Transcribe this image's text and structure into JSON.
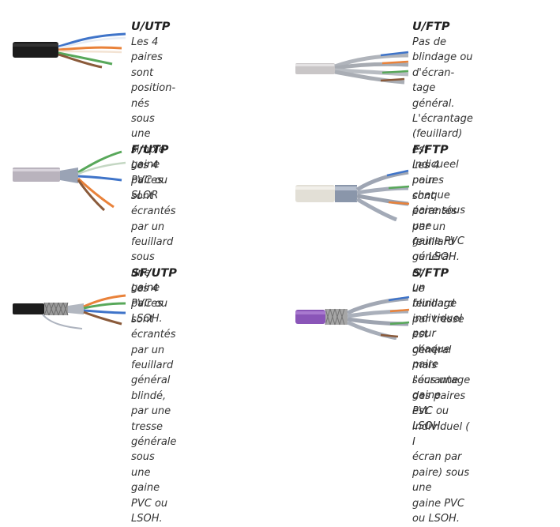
{
  "cables": [
    {
      "id": "uutp",
      "title": "U/UTP",
      "desc": "Les 4 paires sont position-\nnés sous une simple gaine\nPVC ou SLOR",
      "jacket_color": "#1c1c1c",
      "shield": "none",
      "pair_colors": [
        "#3f74c9",
        "#e9823a",
        "#58a85a",
        "#8a5a3a"
      ]
    },
    {
      "id": "uftp",
      "title": "U/FTP",
      "desc": "Pas de blindage ou d'écran-\ntage général. L'écrantage\n(feuillard) est indicueel\npour chaque paire sous une\ngaine PVC ou LSOH.",
      "jacket_color": "#c9c6c7",
      "shield": "pair-foil",
      "pair_colors": [
        "#3f74c9",
        "#e9823a",
        "#58a85a",
        "#8a5a3a"
      ]
    },
    {
      "id": "futp",
      "title": "F/UTP",
      "desc": "Les 4 paires sont écrantés\npar un feuillard sous une\ngaine PVC ou LSOH.",
      "jacket_color": "#b9b3bd",
      "shield": "foil",
      "pair_colors": [
        "#3f74c9",
        "#e9823a",
        "#58a85a",
        "#8a5a3a"
      ]
    },
    {
      "id": "fftp",
      "title": "F/FTP",
      "desc": "Les 4 paires sont écrantés\npar un feuillard général et\nun feuillard individuel pour\nchaque paire sous une\ngaine PVC ou LSOH.",
      "jacket_color": "#e2dfd6",
      "shield": "foil+pair-foil",
      "pair_colors": [
        "#3f74c9",
        "#e9823a",
        "#58a85a",
        "#8a5a3a"
      ]
    },
    {
      "id": "sfutp",
      "title": "SF/UTP",
      "desc": "Les 4 paires sont écrantés\npar un feuillard général\nblindé, par une tresse\ngénérale sous une gaine\nPVC ou LSOH.",
      "jacket_color": "#1c1c1c",
      "shield": "braid+foil",
      "pair_colors": [
        "#3f74c9",
        "#e9823a",
        "#58a85a",
        "#8a5a3a"
      ]
    },
    {
      "id": "sftp",
      "title": "S/FTP",
      "desc": "Le blindage par tresse est\ngénéral mais l'écrantage\ndes paires est individuel ( I\nécran par paire) sous une\ngaine PVC ou LSOH.",
      "jacket_color": "#8a55b8",
      "shield": "braid+pair-foil",
      "pair_colors": [
        "#3f74c9",
        "#e9823a",
        "#58a85a",
        "#8a5a3a"
      ]
    }
  ]
}
